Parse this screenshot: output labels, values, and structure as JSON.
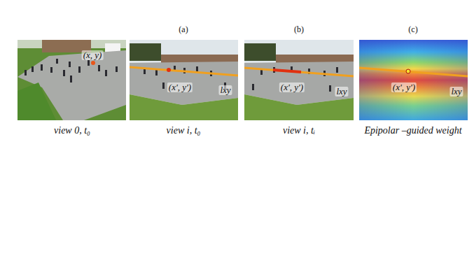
{
  "diagram": {
    "labels": [
      "(a)",
      "(b)",
      "(c)",
      "(x, y)",
      "(x′, y′)",
      "lxy",
      "(x′, y′)",
      "lxy",
      "(x′, y′)",
      "lxy",
      "view 0, t₀",
      "view i, t₀",
      "view i, tᵢ",
      "Epipolar –guided weight"
    ]
  }
}
